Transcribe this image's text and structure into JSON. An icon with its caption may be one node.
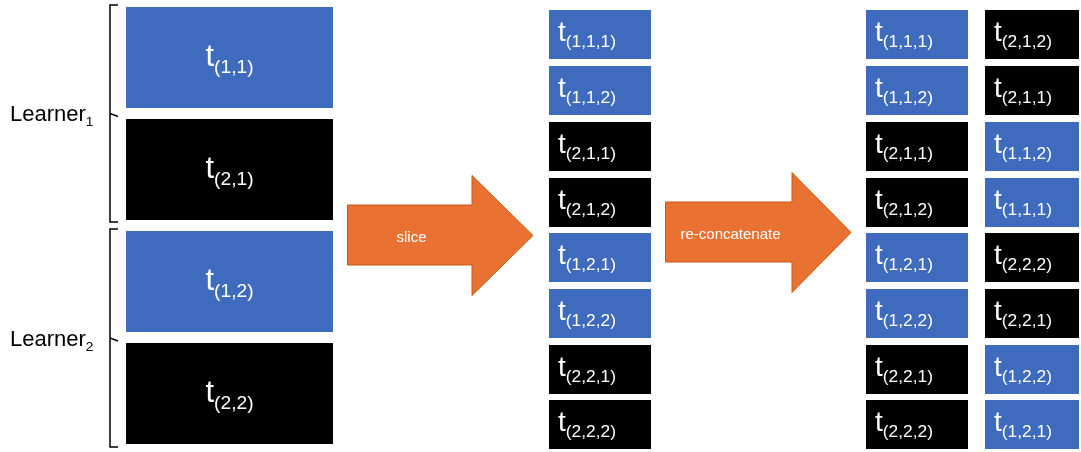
{
  "diagram": {
    "nodes": [
      {
        "text": [
          "t$_{(1,1)}$"
        ]
      },
      {
        "text": [
          "t$_{(2,1)}$"
        ]
      },
      {
        "text": [
          "t$_{(1,2)}$"
        ]
      },
      {
        "text": [
          "t$_{(2,2)}$"
        ]
      },
      {
        "text": [
          "slice"
        ]
      },
      {
        "text": [
          "t$_{(1,1,1)}$"
        ]
      },
      {
        "text": [
          "t$_{(1,1,2)}$"
        ]
      },
      {
        "text": [
          "t$_{(2,1,1)}$"
        ]
      },
      {
        "text": [
          "t$_{(2,1,2)}$"
        ]
      },
      {
        "text": [
          "t$_{(1,2,1)}$"
        ]
      },
      {
        "text": [
          "t$_{(1,2,2)}$"
        ]
      },
      {
        "text": [
          "t$_{(2,2,1)}$"
        ]
      },
      {
        "text": [
          "t$_{(2,2,2)}$"
        ]
      },
      {
        "text": [
          "re-concatenate"
        ]
      },
      {
        "text": [
          "t$_{(1,1,1)}$"
        ]
      },
      {
        "text": [
          "t$_{(1,1,2)}$"
        ]
      },
      {
        "text": [
          "t$_{(2,1,1)}$"
        ]
      },
      {
        "text": [
          "t$_{(2,1,2)}$"
        ]
      },
      {
        "text": [
          "t$_{(1,2,1)}$"
        ]
      },
      {
        "text": [
          "t$_{(1,2,2)}$"
        ]
      },
      {
        "text": [
          "t$_{(2,2,1)}$"
        ]
      },
      {
        "text": [
          "t$_{(2,2,2)}$"
        ]
      },
      {
        "text": [
          "t$_{(2,1,2)}$"
        ]
      },
      {
        "text": [
          "t$_{(2,1,1)}$"
        ]
      },
      {
        "text": [
          "t$_{(1,1,2)}$"
        ]
      },
      {
        "text": [
          "t$_{(1,1,1)}$"
        ]
      },
      {
        "text": [
          "t$_{(2,2,2)}$"
        ]
      },
      {
        "text": [
          "t$_{(2,2,1)}$"
        ]
      },
      {
        "text": [
          "t$_{(1,2,2)}$"
        ]
      },
      {
        "text": [
          "t$_{(1,2,1)}$"
        ]
      }
    ],
    "labels": [
      "Learner$_{1}$",
      "Learner$_{2}$"
    ]
  }
}
